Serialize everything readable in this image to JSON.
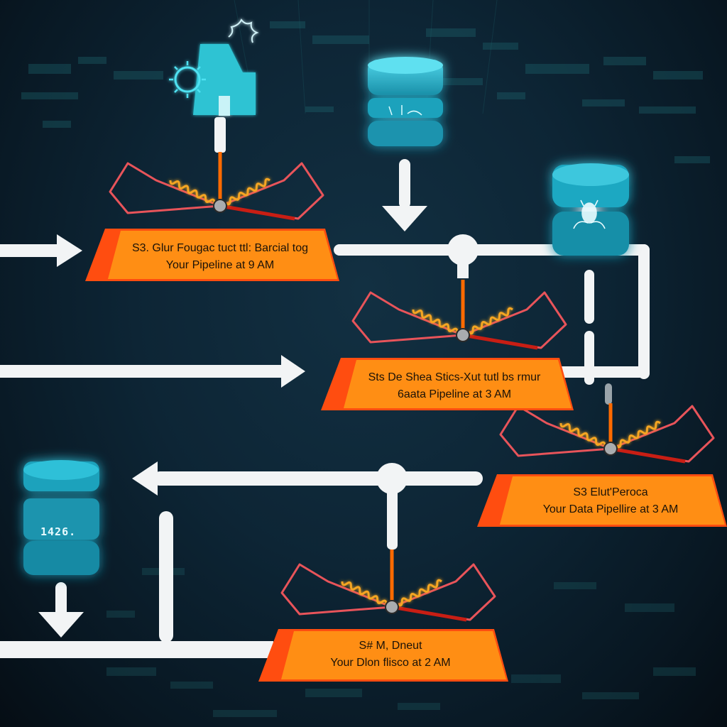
{
  "title": "Data pipeline failure diagram",
  "colors": {
    "background": "#0d2535",
    "arrow": "#f2f4f5",
    "banner_fill": "#ff8e14",
    "banner_edge": "#ff4d10",
    "trap_frame": "#e8545a",
    "spring": "#f5a623",
    "wire": "#ff6a00",
    "db_glow": "#2bc4dc"
  },
  "stages": [
    {
      "id": "stage-1",
      "line1": "S3. Glur Fougac tuct ttl: Barcial tog",
      "line2": "Your Pipeline at 9 AM"
    },
    {
      "id": "stage-2",
      "line1": "Sts De Shea Stics-Xut tutl bs rmur",
      "line2": "6aata Pipeline at 3 AM"
    },
    {
      "id": "stage-3",
      "line1": "S3 Elut'Peroca",
      "line2": "Your Data Pipellire at 3 AM"
    },
    {
      "id": "stage-4",
      "line1": "S# M, Dneut",
      "line2": "Your Dlon flisco at 2 AM"
    }
  ],
  "databases": [
    {
      "id": "source-db-top",
      "label": ""
    },
    {
      "id": "db-right",
      "label": ""
    },
    {
      "id": "db-left",
      "label": "1426."
    }
  ],
  "icons": {
    "bucket": "s3-bucket-gear-icon",
    "bug": "bug-icon"
  }
}
